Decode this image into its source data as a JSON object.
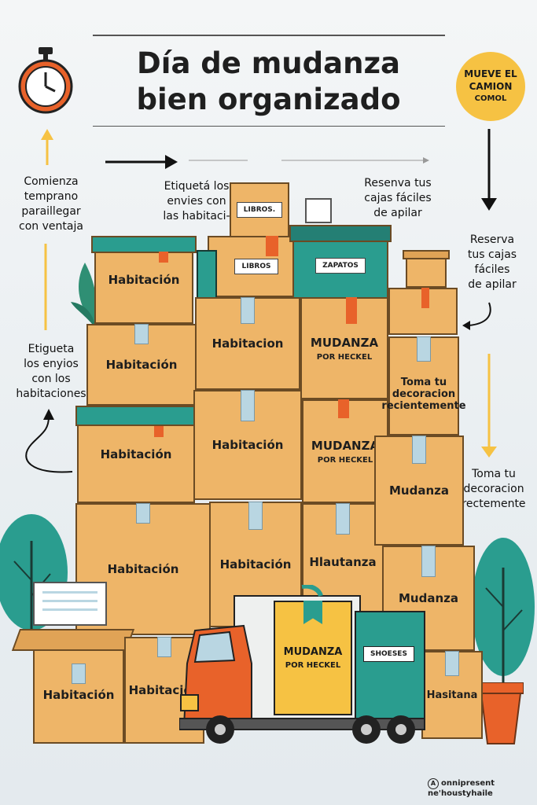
{
  "title_lines": [
    "Día de mudanza",
    "bien organizado"
  ],
  "badge": {
    "line1": "MUEVE EL",
    "line2": "CAMION",
    "line3": "COMOL"
  },
  "notes": {
    "left_top": "Comienza\ntemprano\nparaillegar\ncon ventaja",
    "left_mid": "Etigueta\nlos enyios\ncon los\nhabitaciones",
    "center_top": "Etiquetá los\nenvies con\nlas habitaci-",
    "right_top": "Resenva tus\ncajas fáciles\nde apilar",
    "right_mid": "Reserva\ntus cajas\nfáciles\nde apilar",
    "right_low": "Toma tu\ndecoracion\nrectemente"
  },
  "boxes": {
    "b1": "Habitación",
    "b2": "Habitación",
    "b3": "Habitación",
    "b4": "Habitación",
    "b5": "Habitación",
    "b6": "Habitación",
    "c1": "Habitacion",
    "c2": "Habitación",
    "c3": "Habitación",
    "m1a": "MUDANZA",
    "m1b": "POR HECKEL",
    "m2a": "MUDANZA",
    "m2b": "POR HECKEL",
    "h1": "Hlautanza",
    "r1": "Toma tu\ndecoracion\nrecientemente",
    "r2": "Mudanza",
    "r3": "Mudanza",
    "r4": "Hasitana",
    "libros_small": "LIBROS.",
    "libros": "LIBROS",
    "zapatos": "ZAPATOS"
  },
  "truck": {
    "cargo_line1": "MUDANZA",
    "cargo_line2": "POR HECKEL",
    "side_label": "SHOESES"
  },
  "brand": "onnipresent ne'houstyhaile",
  "brand_mark": "A",
  "colors": {
    "box": "#eeb568",
    "teal": "#2a9d8f",
    "orange": "#e8622a",
    "yellow": "#f6c243",
    "green": "#2f8f74"
  }
}
